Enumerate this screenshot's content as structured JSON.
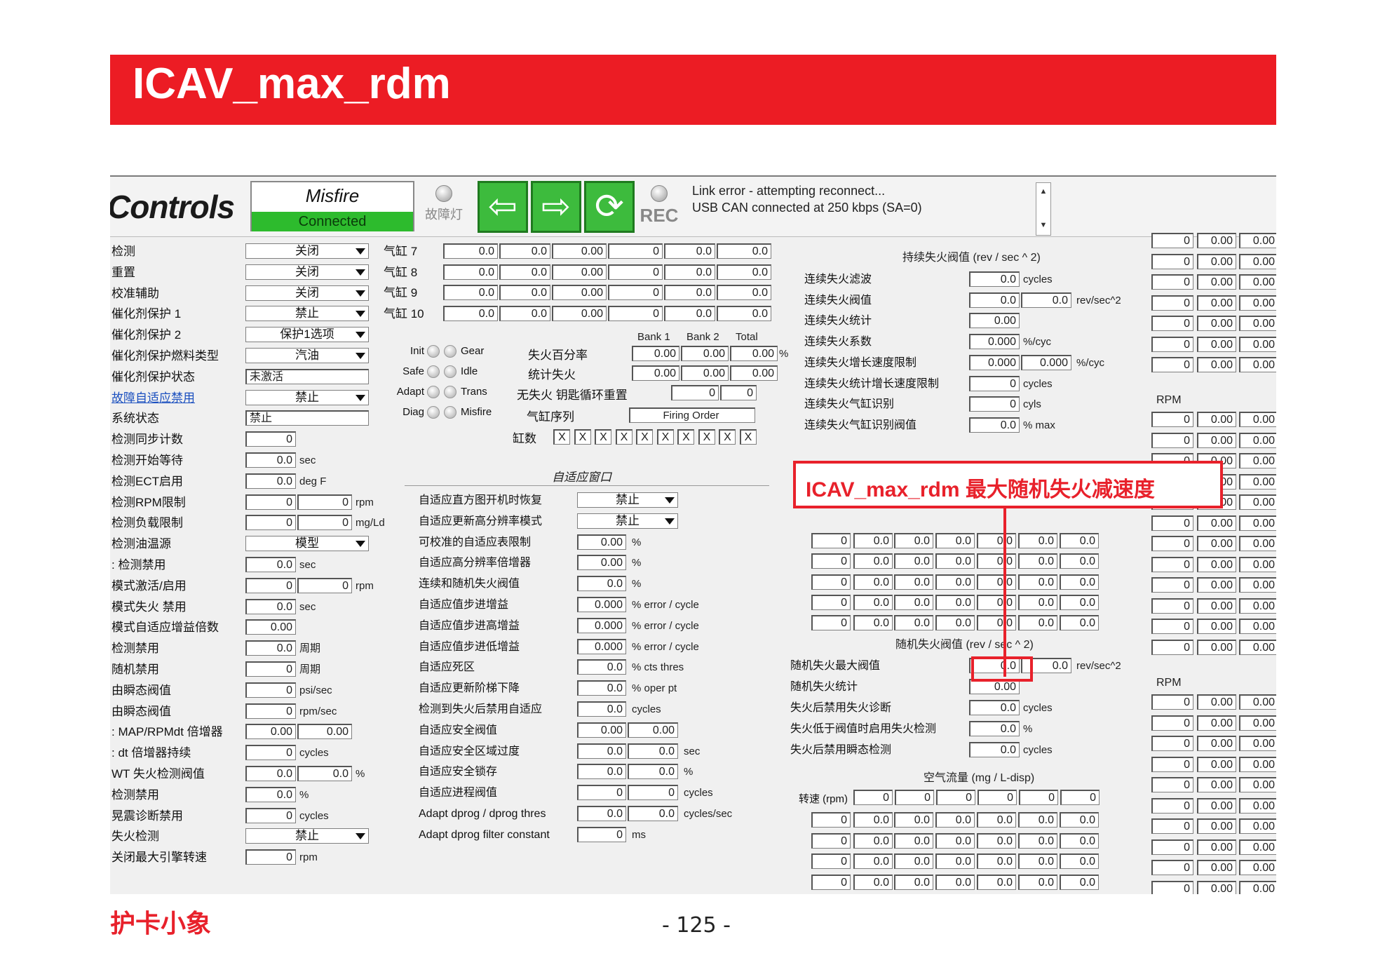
{
  "title": "ICAV_max_rdm",
  "toolbar": {
    "logo": "Controls",
    "misfire_title": "Misfire",
    "misfire_status": "Connected",
    "fault_lamp": "故障灯",
    "btn_back": "⇦",
    "btn_forward": "⇨",
    "btn_refresh": "⟳",
    "rec": "REC",
    "log_line1": "Link error - attempting reconnect...",
    "log_line2": "USB CAN connected at 250 kbps (SA=0)",
    "scroll_up": "▲",
    "scroll_down": "▼"
  },
  "left_panel": {
    "rows": [
      {
        "label": "检测",
        "type": "select",
        "value": "关闭"
      },
      {
        "label": "重置",
        "type": "select",
        "value": "关闭"
      },
      {
        "label": "校准辅助",
        "type": "select",
        "value": "关闭"
      },
      {
        "label": "催化剂保护 1",
        "type": "select",
        "value": "禁止"
      },
      {
        "label": "催化剂保护 2",
        "type": "select",
        "value": "保护1选项"
      },
      {
        "label": "催化剂保护燃料类型",
        "type": "select",
        "value": "汽油"
      },
      {
        "label": "催化剂保护状态",
        "type": "text",
        "value": "未激活"
      },
      {
        "label": "故障自适应禁用",
        "type": "select",
        "value": "禁止"
      },
      {
        "label": "系统状态",
        "type": "text",
        "value": "禁止"
      },
      {
        "label": "检测同步计数",
        "type": "num",
        "value": "0",
        "unit": ""
      },
      {
        "label": "检测开始等待",
        "type": "num",
        "value": "0.0",
        "unit": "sec"
      },
      {
        "label": "检测ECT启用",
        "type": "num",
        "value": "0.0",
        "unit": "deg F"
      },
      {
        "label": "检测RPM限制",
        "type": "num2",
        "value": "0",
        "value2": "0",
        "unit": "rpm"
      },
      {
        "label": "检测负载限制",
        "type": "num2",
        "value": "0",
        "value2": "0",
        "unit": "mg/Ld"
      },
      {
        "label": "检测油温源",
        "type": "select",
        "value": "模型"
      },
      {
        "label": ": 检测禁用",
        "type": "num",
        "value": "0.0",
        "unit": "sec"
      },
      {
        "label": "模式激活/启用",
        "type": "num2",
        "value": "0",
        "value2": "0",
        "unit": "rpm"
      },
      {
        "label": "模式失火 禁用",
        "type": "num",
        "value": "0.0",
        "unit": "sec"
      },
      {
        "label": "模式自适应增益倍数",
        "type": "num",
        "value": "0.00",
        "unit": ""
      },
      {
        "label": "检测禁用",
        "type": "num",
        "value": "0.0",
        "unit": "周期"
      },
      {
        "label": "随机禁用",
        "type": "num",
        "value": "0",
        "unit": "周期"
      },
      {
        "label": "由瞬态阀值",
        "type": "num",
        "value": "0",
        "unit": "psi/sec"
      },
      {
        "label": "由瞬态阀值",
        "type": "num",
        "value": "0",
        "unit": "rpm/sec"
      },
      {
        "label": ": MAP/RPMdt 倍增器",
        "type": "num2",
        "value": "0.00",
        "value2": "0.00",
        "unit": ""
      },
      {
        "label": ": dt 倍增器持续",
        "type": "num",
        "value": "0",
        "unit": "cycles"
      },
      {
        "label": "WT 失火检测阀值",
        "type": "num2",
        "value": "0.0",
        "value2": "0.0",
        "unit": "%"
      },
      {
        "label": "检测禁用",
        "type": "num",
        "value": "0.0",
        "unit": "%"
      },
      {
        "label": "晃震诊断禁用",
        "type": "num",
        "value": "0",
        "unit": "cycles"
      },
      {
        "label": "失火检测",
        "type": "select",
        "value": "禁止"
      },
      {
        "label": "关闭最大引擎转速",
        "type": "num",
        "value": "0",
        "unit": "rpm"
      }
    ]
  },
  "cylinders": {
    "rows": [
      {
        "label": "气缸 7",
        "values": [
          "0.0",
          "0.0",
          "0.00",
          "0",
          "0.0",
          "0.0"
        ]
      },
      {
        "label": "气缸 8",
        "values": [
          "0.0",
          "0.0",
          "0.00",
          "0",
          "0.0",
          "0.0"
        ]
      },
      {
        "label": "气缸 9",
        "values": [
          "0.0",
          "0.0",
          "0.00",
          "0",
          "0.0",
          "0.0"
        ]
      },
      {
        "label": "气缸 10",
        "values": [
          "0.0",
          "0.0",
          "0.00",
          "0",
          "0.0",
          "0.0"
        ]
      }
    ]
  },
  "status_leds": [
    {
      "left": "Init",
      "right": "Gear"
    },
    {
      "left": "Safe",
      "right": "Idle"
    },
    {
      "left": "Adapt",
      "right": "Trans"
    },
    {
      "left": "Diag",
      "right": "Misfire"
    }
  ],
  "bank_stats": {
    "headers": [
      "Bank 1",
      "Bank 2",
      "Total"
    ],
    "misfire_pct_label": "失火百分率",
    "misfire_pct": [
      "0.00",
      "0.00",
      "0.00"
    ],
    "misfire_pct_unit": "%",
    "stat_label": "统计失火",
    "stat": [
      "0.00",
      "0.00",
      "0.00"
    ],
    "no_misfire_label": "无失火 钥匙循环重置",
    "no_misfire": [
      "0",
      "0"
    ],
    "firing_label": "气缸序列",
    "firing_order": "Firing Order",
    "count_label": "缸数",
    "count_cells": [
      "X",
      "X",
      "X",
      "X",
      "X",
      "X",
      "X",
      "X",
      "X",
      "X"
    ]
  },
  "adaptive": {
    "title": "自适应窗口",
    "rows": [
      {
        "label": "自适应直方图开机时恢复",
        "type": "select",
        "value": "禁止"
      },
      {
        "label": "自适应更新高分辨率模式",
        "type": "select",
        "value": "禁止"
      },
      {
        "label": "可校准的自适应表限制",
        "type": "num",
        "value": "0.00",
        "unit": "%"
      },
      {
        "label": "自适应高分辨率倍增器",
        "type": "num",
        "value": "0.00",
        "unit": "%"
      },
      {
        "label": "连续和随机失火阀值",
        "type": "num",
        "value": "0.0",
        "unit": "%"
      },
      {
        "label": "自适应值步进增益",
        "type": "num",
        "value": "0.000",
        "unit": "% error / cycle"
      },
      {
        "label": "自适应值步进高增益",
        "type": "num",
        "value": "0.000",
        "unit": "% error / cycle"
      },
      {
        "label": "自适应值步进低增益",
        "type": "num",
        "value": "0.000",
        "unit": "% error / cycle"
      },
      {
        "label": "自适应死区",
        "type": "num",
        "value": "0.0",
        "unit": "% cts thres"
      },
      {
        "label": "自适应更新阶梯下降",
        "type": "num",
        "value": "0.0",
        "unit": "% oper pt"
      },
      {
        "label": "检测到失火后禁用自适应",
        "type": "num",
        "value": "0.0",
        "unit": "cycles"
      },
      {
        "label": "自适应安全阀值",
        "type": "num2",
        "value": "0.00",
        "value2": "0.00",
        "unit": ""
      },
      {
        "label": "自适应安全区域过度",
        "type": "num2",
        "value": "0.0",
        "value2": "0.0",
        "unit": "sec"
      },
      {
        "label": "自适应安全锁存",
        "type": "num2",
        "value": "0.0",
        "value2": "0.0",
        "unit": "%"
      },
      {
        "label": "自适应进程阀值",
        "type": "num2",
        "value": "0",
        "value2": "0",
        "unit": "cycles"
      },
      {
        "label": "Adapt dprog / dprog thres",
        "type": "num2",
        "value": "0.0",
        "value2": "0.0",
        "unit": "cycles/sec"
      },
      {
        "label": "Adapt dprog filter constant",
        "type": "num",
        "value": "0",
        "unit": "ms"
      }
    ]
  },
  "continuous": {
    "title": "持续失火阀值 (rev / sec ^ 2)",
    "rows": [
      {
        "label": "连续失火滤波",
        "value": "0.0",
        "unit": "cycles"
      },
      {
        "label": "连续失火阀值",
        "value": "0.0",
        "value2": "0.0",
        "unit": "rev/sec^2"
      },
      {
        "label": "连续失火统计",
        "value": "0.00",
        "unit": ""
      },
      {
        "label": "连续失火系数",
        "value": "0.000",
        "unit": "%/cyc"
      },
      {
        "label": "连续失火增长速度限制",
        "value": "0.000",
        "value2": "0.000",
        "unit": "%/cyc"
      },
      {
        "label": "连续失火统计增长速度限制",
        "value": "0",
        "unit": "cycles"
      },
      {
        "label": "连续失火气缸识别",
        "value": "0",
        "unit": "cyls"
      },
      {
        "label": "连续失火气缸识别阀值",
        "value": "0.0",
        "unit": "% max"
      }
    ]
  },
  "grid_mid": {
    "rows": [
      [
        "0",
        "0.0",
        "0.0",
        "0.0",
        "0.0",
        "0.0",
        "0.0"
      ],
      [
        "0",
        "0.0",
        "0.0",
        "0.0",
        "0.0",
        "0.0",
        "0.0"
      ],
      [
        "0",
        "0.0",
        "0.0",
        "0.0",
        "0.0",
        "0.0",
        "0.0"
      ],
      [
        "0",
        "0.0",
        "0.0",
        "0.0",
        "0.0",
        "0.0",
        "0.0"
      ],
      [
        "0",
        "0.0",
        "0.0",
        "0.0",
        "0.0",
        "0.0",
        "0.0"
      ]
    ]
  },
  "random": {
    "title": "随机失火阀值 (rev / sec ^ 2)",
    "rows": [
      {
        "label": "随机失火最大阀值",
        "value": "0.0",
        "value2": "0.0",
        "unit": "rev/sec^2"
      },
      {
        "label": "随机失火统计",
        "value": "0.00",
        "unit": ""
      },
      {
        "label": "失火后禁用失火诊断",
        "value": "0.0",
        "unit": "cycles"
      },
      {
        "label": "失火低于阀值时启用失火检测",
        "value": "0.0",
        "unit": "%"
      },
      {
        "label": "失火后禁用瞬态检测",
        "value": "0.0",
        "unit": "cycles"
      }
    ]
  },
  "airflow": {
    "title": "空气流量 (mg / L-disp)",
    "rpm_label": "转速 (rpm)",
    "rpm_values": [
      "0",
      "0",
      "0",
      "0",
      "0",
      "0"
    ],
    "rows": [
      [
        "0",
        "0.0",
        "0.0",
        "0.0",
        "0.0",
        "0.0",
        "0.0"
      ],
      [
        "0",
        "0.0",
        "0.0",
        "0.0",
        "0.0",
        "0.0",
        "0.0"
      ],
      [
        "0",
        "0.0",
        "0.0",
        "0.0",
        "0.0",
        "0.0",
        "0.0"
      ],
      [
        "0",
        "0.0",
        "0.0",
        "0.0",
        "0.0",
        "0.0",
        "0.0"
      ]
    ]
  },
  "right_table": {
    "rpm_label_1": "RPM",
    "rpm_label_2": "RPM",
    "row": [
      "0",
      "0.00",
      "0.00"
    ]
  },
  "callout": {
    "text": "ICAV_max_rdm   最大随机失火减速度",
    "color": "#e8212b"
  },
  "footer": {
    "brand": "护卡小象",
    "page": "- 125 -"
  },
  "colors": {
    "banner": "#ec1c24",
    "toolbar_button": "#3dbb3d",
    "connected": "#2dbb2d"
  }
}
